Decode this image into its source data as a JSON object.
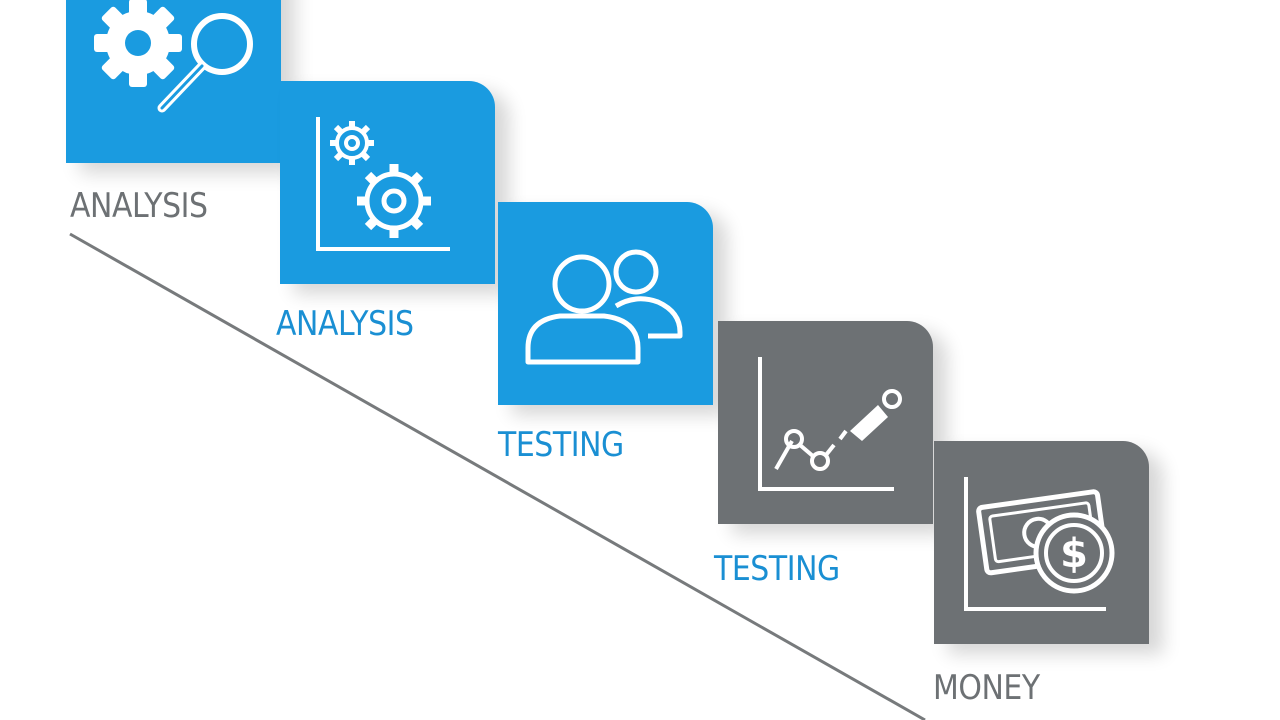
{
  "colors": {
    "blue": "#1a9be0",
    "gray": "#6d7174",
    "label_gray": "#6d7174",
    "label_blue": "#1a8fd3",
    "line": "#777a7c"
  },
  "steps": [
    {
      "label": "ANALYSIS",
      "icon": "gear-magnifier-icon",
      "card_color": "blue",
      "label_color": "gray"
    },
    {
      "label": "ANALYSIS",
      "icon": "gears-chart-icon",
      "card_color": "blue",
      "label_color": "blue"
    },
    {
      "label": "TESTING",
      "icon": "people-icon",
      "card_color": "blue",
      "label_color": "blue"
    },
    {
      "label": "TESTING",
      "icon": "growth-chart-icon",
      "card_color": "gray",
      "label_color": "blue"
    },
    {
      "label": "MONEY",
      "icon": "money-icon",
      "card_color": "gray",
      "label_color": "gray"
    }
  ]
}
